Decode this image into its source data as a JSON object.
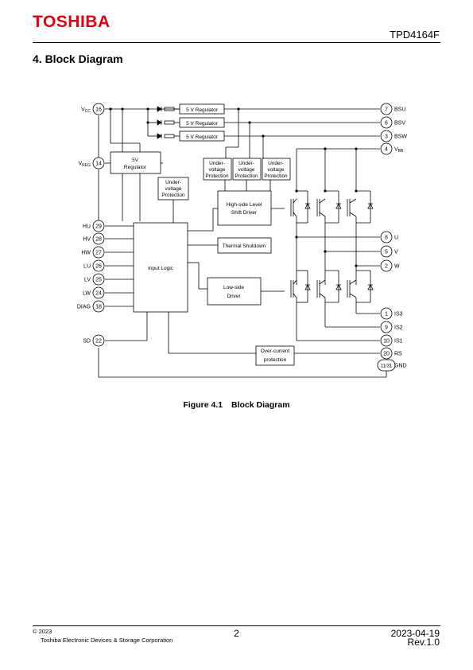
{
  "header": {
    "brand": "TOSHIBA",
    "part_number": "TPD4164F"
  },
  "section": {
    "title": "4. Block Diagram"
  },
  "figure": {
    "number": "Figure 4.1",
    "title": "Block Diagram"
  },
  "diagram": {
    "pins_left": [
      {
        "label": "V",
        "sub": "CC",
        "num": "16"
      },
      {
        "label": "V",
        "sub": "REG",
        "num": "14"
      },
      {
        "label": "HU",
        "num": "29"
      },
      {
        "label": "HV",
        "num": "28"
      },
      {
        "label": "HW",
        "num": "27"
      },
      {
        "label": "LU",
        "num": "26"
      },
      {
        "label": "LV",
        "num": "25"
      },
      {
        "label": "LW",
        "num": "24"
      },
      {
        "label": "DIAG",
        "num": "18"
      },
      {
        "label": "SD",
        "num": "22"
      }
    ],
    "pins_right": [
      {
        "label": "BSU",
        "num": "7"
      },
      {
        "label": "BSV",
        "num": "6"
      },
      {
        "label": "BSW",
        "num": "3"
      },
      {
        "label": "V",
        "sub": "BB",
        "num": "4"
      },
      {
        "label": "U",
        "num": "8"
      },
      {
        "label": "V",
        "num": "5"
      },
      {
        "label": "W",
        "num": "2"
      },
      {
        "label": "IS3",
        "num": "1"
      },
      {
        "label": "IS2",
        "num": "9"
      },
      {
        "label": "IS1",
        "num": "10"
      },
      {
        "label": "RS",
        "num": "20"
      },
      {
        "label": "GND",
        "num": "11/31"
      }
    ],
    "blocks": {
      "reg5v": "5 V Regulator",
      "vreg_l1": "5V",
      "vreg_l2": "Regulator",
      "uv_l1": "Under-",
      "uv_l2": "voltage",
      "uv_l3": "Protection",
      "hs_l1": "High-side Level",
      "hs_l2": "Shift Driver",
      "thermal": "Thermal Shutdown",
      "input_logic": "Input Logic",
      "ls_l1": "Low-side",
      "ls_l2": "Driver",
      "oc_l1": "Over-current",
      "oc_l2": "protection"
    }
  },
  "footer": {
    "copyright": "© 2023",
    "corporation": "Toshiba Electronic Devices & Storage Corporation",
    "page": "2",
    "date": "2023-04-19",
    "revision": "Rev.1.0"
  }
}
